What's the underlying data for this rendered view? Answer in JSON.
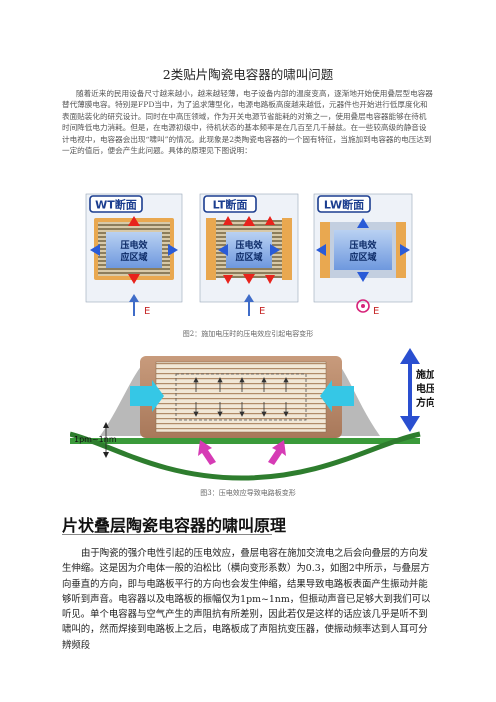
{
  "doc": {
    "title": "2类贴片陶瓷电容器的啸叫问题",
    "intro": "随着近来的民用设备尺寸越来越小，越来越轻薄，电子设备内部的温度变高，逐渐地开始使用叠层型电容器替代薄膜电容。特别是FPD当中，为了追求薄型化，电源电路板高度越来越低，元器件也开始进行低厚度化和表面贴装化的研究设计。同时在中高压领域，作为开关电源节省能耗的对策之一，使用叠层电容器能够在待机时间降低电力消耗。但是，在电源初级中，待机状态的基本频率是在几百至几千赫兹。在一些较高级的静音设计电视中，电容器会出现“啸叫”的情况。此现象是2类陶瓷电容器的一个固有特征，当施加到电容器的电压达到一定的值后，便会产生此问题。具体的原理见下图说明：",
    "fig2_caption": "图2：施加电压时的压电效应引起电容变形",
    "fig3_caption": "图3：压电效应导致电路板变形",
    "heading": "片状叠层陶瓷电容器的啸叫原理",
    "body": "由于陶瓷的强介电性引起的压电效应，叠层电容在施加交流电之后会向叠层的方向发生伸缩。这是因为介电体一般的泊松比（横向变形系数）为0.3，如图2中所示，与叠层方向垂直的方向，即与电路板平行的方向也会发生伸缩，结果导致电路板表面产生振动并能够听到声音。电容器以及电路板的振幅仅为1pm~1nm，但振动声音已足够大到我们可以听见。单个电容器与空气产生的声阻抗有所差别，因此若仅是这样的话应该几乎是听不到啸叫的，然而焊接到电路板上之后，电路板成了声阻抗变压器，使振动频率达到人耳可分辨频段"
  },
  "fig2": {
    "panels": [
      {
        "label": "WT断面",
        "region_label": "压电效\n应区域",
        "e_label": "E"
      },
      {
        "label": "LT断面",
        "region_label": "压电效\n应区域",
        "e_label": "E"
      },
      {
        "label": "LW断面",
        "region_label": "压电效\n应区域",
        "e_label": "E"
      }
    ],
    "colors": {
      "red_arrow": "#e8231c",
      "blue_arrow": "#2a5bd7",
      "panel_blue": "#8fb4e8",
      "electrode": "#e9a850",
      "e_arrow": "#3f6cc8"
    }
  },
  "fig3": {
    "side_label": "施加\n电压\n方向",
    "amplitude_label": "1pm~1nm",
    "colors": {
      "board": "#3a9a3a",
      "board_dark": "#1f6f1f",
      "curve": "#2e7d2e",
      "cyan_arrow": "#35c7e6",
      "magenta_arrow": "#d63bb5",
      "blue_arrow": "#2a4fd0"
    }
  }
}
